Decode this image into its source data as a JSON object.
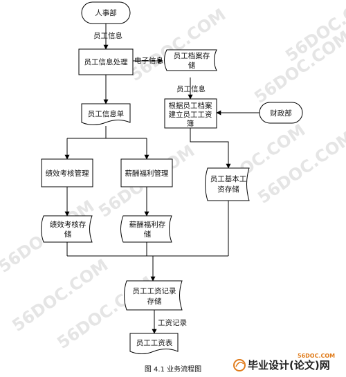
{
  "watermark": {
    "text": "56DOC.COM"
  },
  "nodes": {
    "hr_dept": "人事部",
    "employee_info_processing": "员工信息处理",
    "employee_archive_storage": [
      "员工档案存",
      "储"
    ],
    "employee_info_doc": "员工信息单",
    "create_salary_book": [
      "根据员工档案",
      "建立员工工资",
      "簿"
    ],
    "finance_dept": "财政部",
    "performance_mgmt": "绩效考核管理",
    "compensation_mgmt": "薪酬福利管理",
    "basic_salary_storage": [
      "员工基本工",
      "资存储"
    ],
    "performance_storage": [
      "绩效考核存",
      "储"
    ],
    "compensation_storage": [
      "薪酬福利存",
      "储"
    ],
    "salary_record_storage": [
      "员工工资记录",
      "存储"
    ],
    "salary_table": "员工工资表"
  },
  "flows": {
    "employee_info_1": "员工信息",
    "electronic_info": "电子信息",
    "employee_info_2": "员工信息",
    "salary_record": "工资记录"
  },
  "caption": "图 4.1  业务流程图",
  "logo": {
    "site": "56DOC.COM",
    "text": "毕业设计(论文)网"
  },
  "colors": {
    "line": "#000000",
    "watermark": "#e5e5e5",
    "logo_accent": "#e07b1a"
  }
}
